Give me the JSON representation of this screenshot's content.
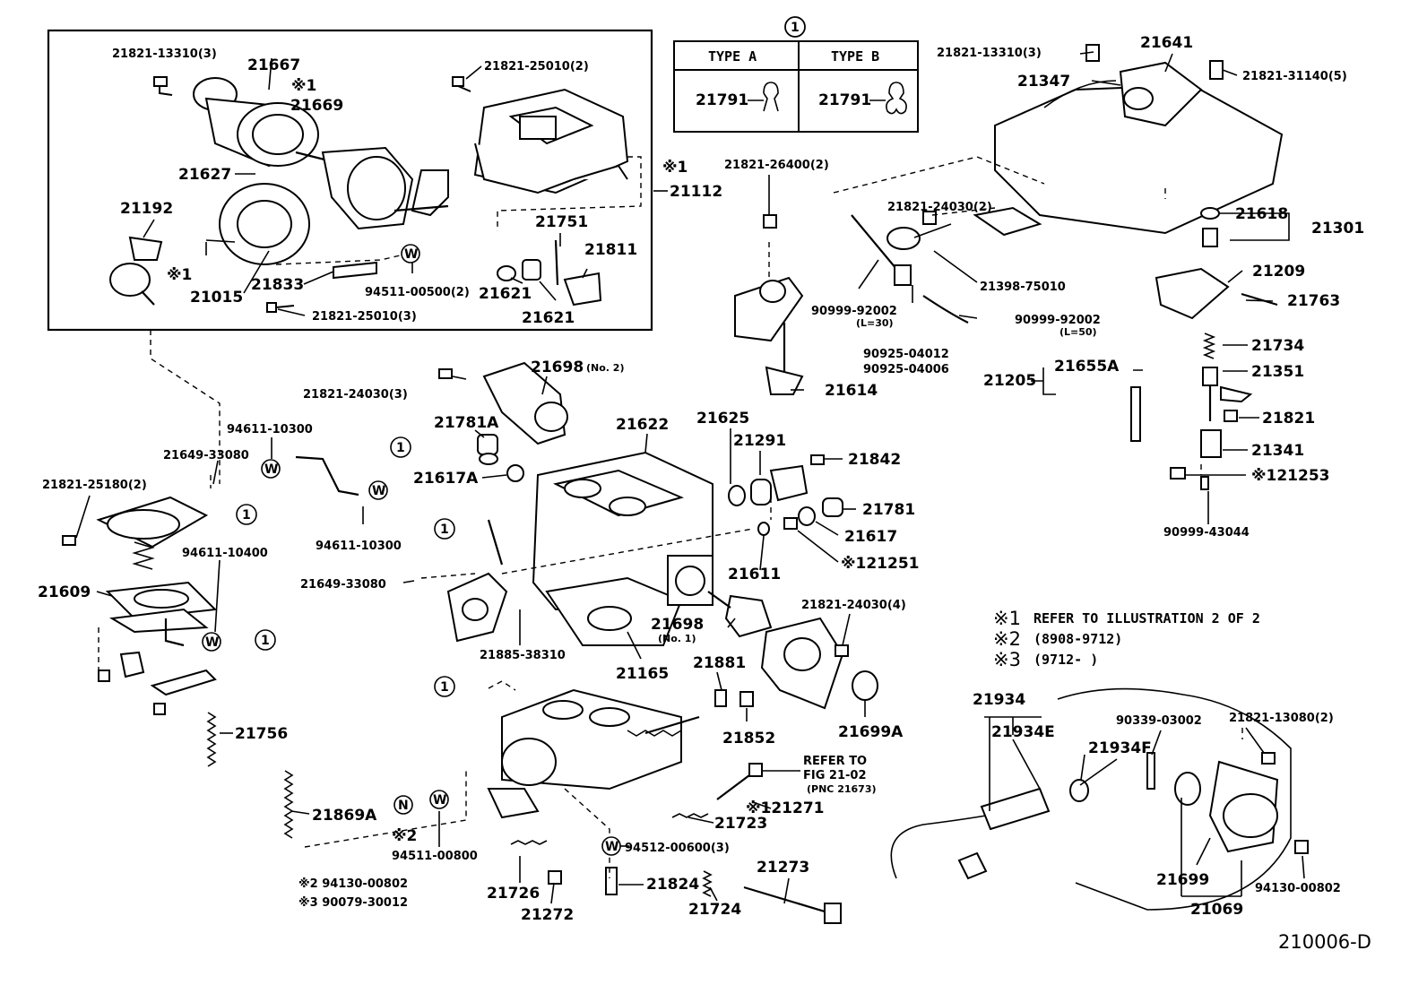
{
  "figure_code": "210006-D",
  "callout_1": "①",
  "type_table": {
    "col_a": "TYPE A",
    "col_b": "TYPE B",
    "part_a": "21791",
    "part_b": "21791"
  },
  "notes": {
    "n1_mark": "※1",
    "n1_text": "REFER TO ILLUSTRATION 2 OF 2",
    "n2_mark": "※2",
    "n2_text": "(8908-9712)",
    "n3_mark": "※3",
    "n3_text": "(9712-        )"
  },
  "refer_note": {
    "line1": "REFER TO",
    "line2": "FIG 21-02",
    "line3": "(PNC 21673)"
  },
  "circle_letters": {
    "w": "W",
    "n": "N",
    "one": "1"
  },
  "labels": [
    "21821-13310(3)",
    "21667",
    "※1",
    "21669",
    "21821-25010(2)",
    "21627",
    "21192",
    "※1",
    "21015",
    "21833",
    "94511-00500(2)",
    "21821-25010(3)",
    "21621",
    "21621",
    "21751",
    "21811",
    "※1",
    "21112",
    "21821-26400(2)",
    "21614",
    "21821-24030(2)",
    "21398-75010",
    "90999-92002",
    "(L=30)",
    "90999-92002",
    "(L=50)",
    "90925-04012",
    "90925-04006",
    "21821-13310(3)",
    "21641",
    "21347",
    "21821-31140(5)",
    "21618",
    "21301",
    "21209",
    "21763",
    "21734",
    "21351",
    "21205",
    "21655A",
    "21821",
    "21341",
    "※121253",
    "90999-43044",
    "21821-24030(3)",
    "21698",
    "(No. 2)",
    "21781A",
    "94611-10300",
    "21649-33080",
    "21617A",
    "21625",
    "21291",
    "21842",
    "21622",
    "21781",
    "21617",
    "※121251",
    "21611",
    "21821-25180(2)",
    "94611-10300",
    "94611-10400",
    "21649-33080",
    "21609",
    "21885-38310",
    "21698",
    "(No. 1)",
    "21165",
    "21821-24030(4)",
    "21881",
    "21852",
    "21699A",
    "21756",
    "21869A",
    "※2",
    "94511-00800",
    "※2 94130-00802",
    "※3 90079-30012",
    "21726",
    "21272",
    "94512-00600(3)",
    "21824",
    "21724",
    "21273",
    "21723",
    "※121271",
    "21934",
    "21934E",
    "21934F",
    "90339-03002",
    "21821-13080(2)",
    "21699",
    "21069",
    "94130-00802"
  ]
}
